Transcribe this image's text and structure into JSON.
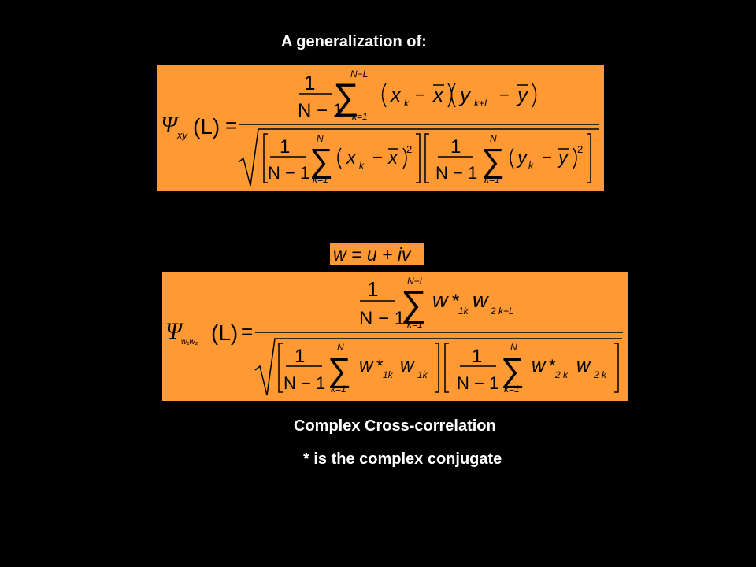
{
  "slide": {
    "title": "A generalization of:",
    "caption1": "Complex Cross-correlation",
    "caption2": "* is the complex conjugate"
  },
  "colors": {
    "background": "#000000",
    "equation_box": "#ff9933",
    "text": "#ffffff"
  },
  "equations": {
    "real_cross_correlation": {
      "psi": "Ψ",
      "psi_sub": "xy",
      "arg": "(L)",
      "eq": "=",
      "one": "1",
      "n_minus_1": "N − 1",
      "sum": "∑",
      "upper_nl": "N−L",
      "upper_n": "N",
      "lower": "k=1",
      "x": "x",
      "y": "y",
      "minus": "−",
      "sub_k": "k",
      "sub_kl": "k+L",
      "sq": "2"
    },
    "w_definition": {
      "text": "w = u + iv"
    },
    "complex_cross_correlation": {
      "psi": "Ψ",
      "psi_sub": "w₁w₂",
      "arg": "(L)",
      "eq": "=",
      "one": "1",
      "n_minus_1": "N − 1",
      "sum": "∑",
      "upper_nl": "N−L",
      "upper_n": "N",
      "lower": "k=1",
      "w": "w",
      "star": "*",
      "sub_1k": "1k",
      "sub_2kl": "2 k+L",
      "sub_2k": "2 k",
      "w2": "w",
      "sub_2": "2"
    }
  }
}
